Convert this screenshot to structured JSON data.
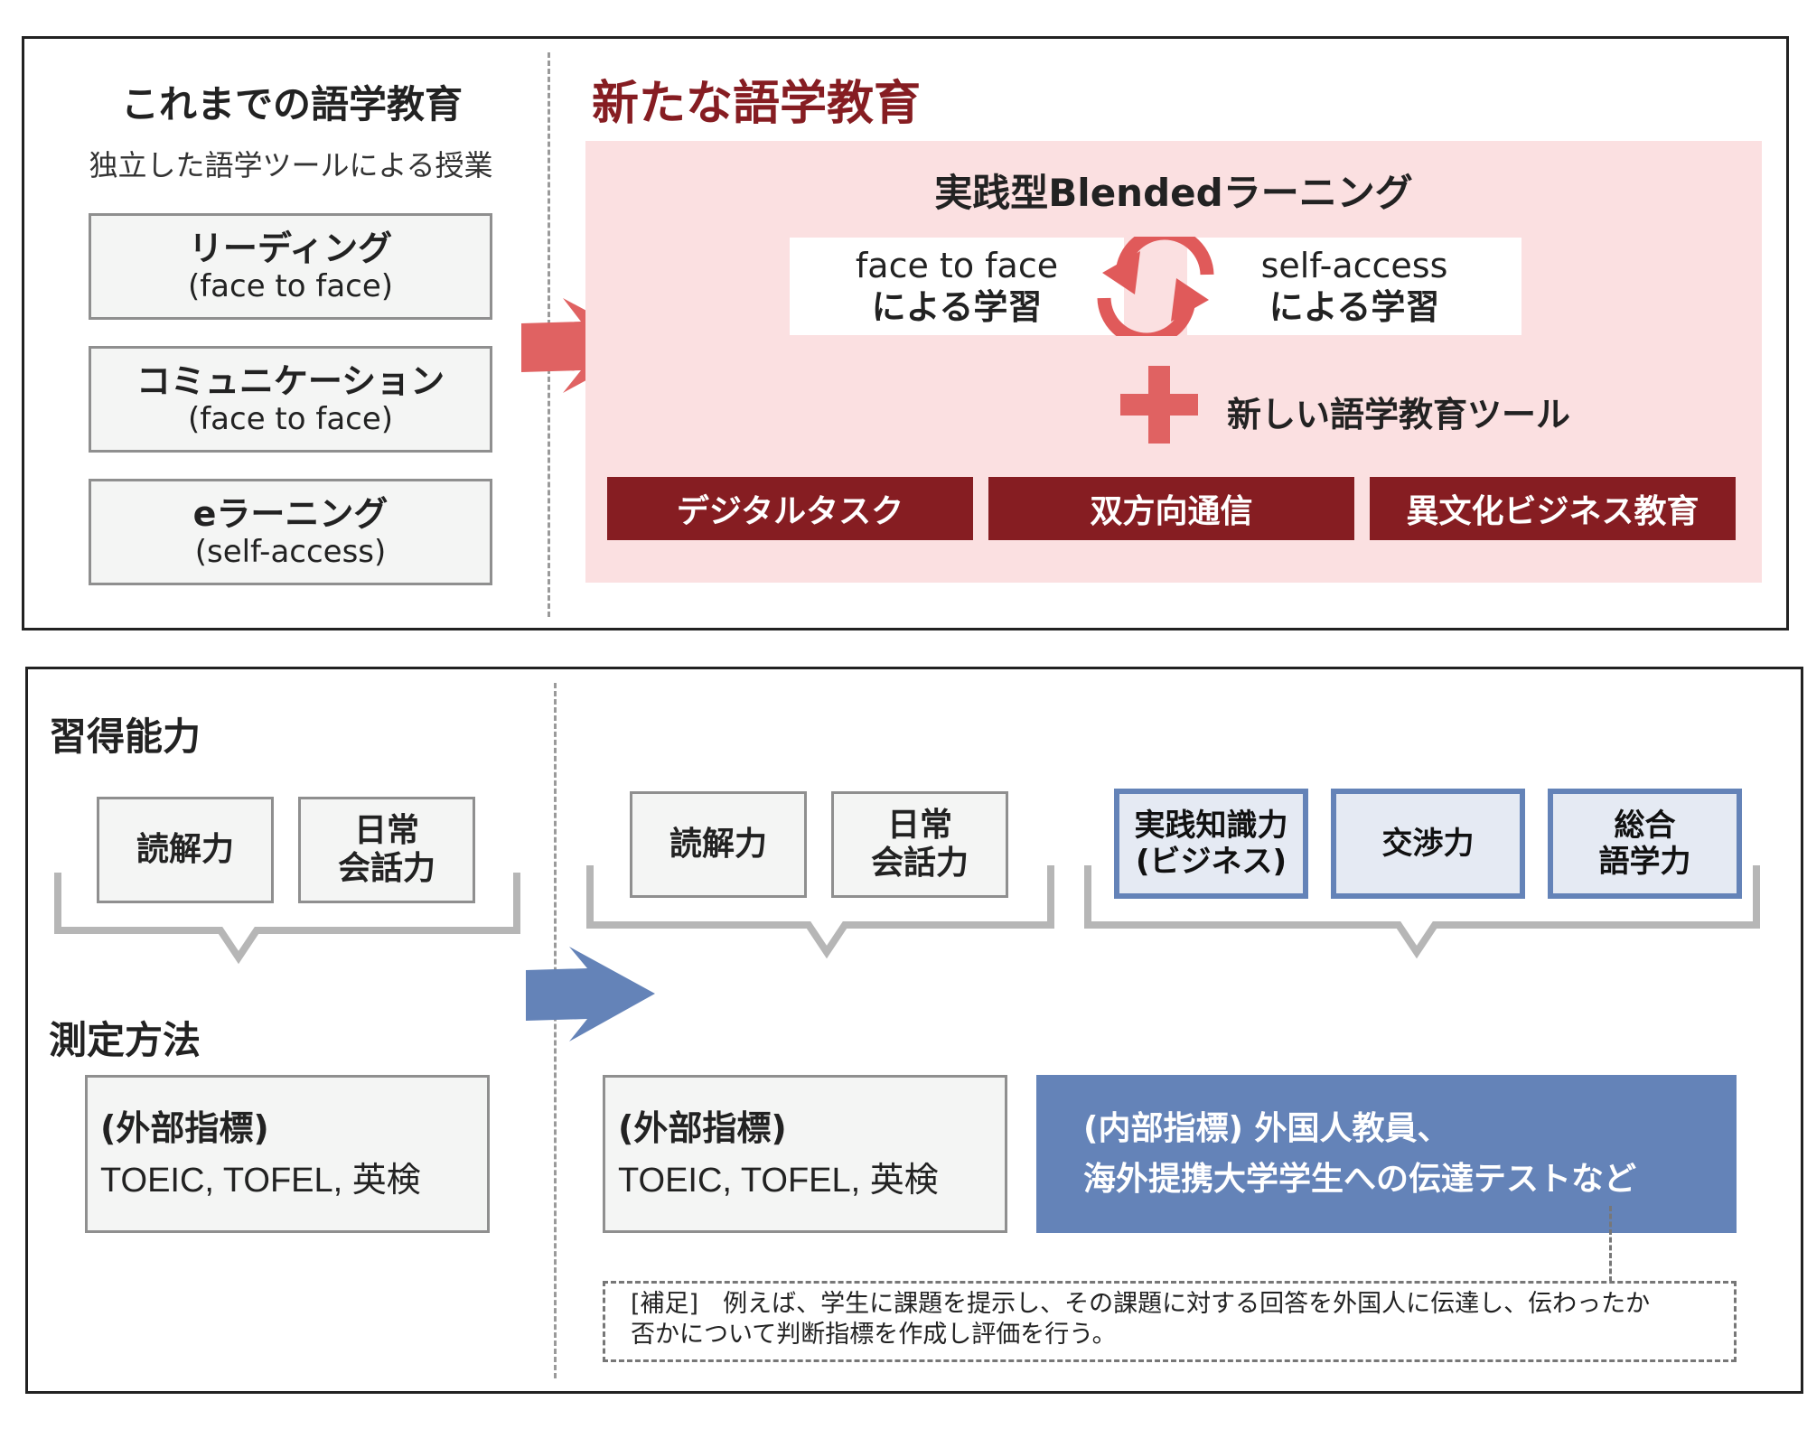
{
  "top": {
    "left_title": "これまでの語学教育",
    "left_subtitle": "独立した語学ツールによる授業",
    "old_tools": [
      {
        "name": "リーディング",
        "mode": "(face to face)"
      },
      {
        "name": "コミュニケーション",
        "mode": "(face to face)"
      },
      {
        "name": "eラーニング",
        "mode": "(self-access)"
      }
    ],
    "right_title": "新たな語学教育",
    "blended_title": "実践型Blendedラーニング",
    "face_box": {
      "line1": "face to face",
      "line2": "による学習"
    },
    "self_box": {
      "line1": "self-access",
      "line2": "による学習"
    },
    "new_tools_label": "新しい語学教育ツール",
    "new_tools": [
      "デジタルタスク",
      "双方向通信",
      "異文化ビジネス教育"
    ]
  },
  "bottom": {
    "abilities_title": "習得能力",
    "measure_title": "測定方法",
    "old_abilities": [
      {
        "line1": "読解力",
        "line2": ""
      },
      {
        "line1": "日常",
        "line2": "会話力"
      }
    ],
    "new_abilities": [
      {
        "line1": "読解力",
        "line2": ""
      },
      {
        "line1": "日常",
        "line2": "会話力"
      }
    ],
    "new_skills": [
      {
        "line1": "実践知識力",
        "line2": "(ビジネス)"
      },
      {
        "line1": "交渉力",
        "line2": ""
      },
      {
        "line1": "総合",
        "line2": "語学力"
      }
    ],
    "old_measure": {
      "line1": "(外部指標)",
      "line2": "TOEIC, TOFEL, 英検"
    },
    "new_measure": {
      "line1": "(外部指標)",
      "line2": "TOEIC, TOFEL, 英検"
    },
    "internal_measure": {
      "line1": "(内部指標) 外国人教員、",
      "line2": "海外提携大学学生への伝達テストなど"
    },
    "note": {
      "line1": "[補足]　例えば、学生に課題を提示し、その課題に対する回答を外国人に伝達し、伝わったか",
      "line2": "否かについて判断指標を作成し評価を行う。"
    }
  },
  "colors": {
    "accent_red": "#861d22",
    "arrow_red": "#e06262",
    "pink_bg": "#fbe0e1",
    "blue": "#6483b8",
    "light_blue": "#e5eaf3",
    "grey_box": "#f4f5f4"
  }
}
